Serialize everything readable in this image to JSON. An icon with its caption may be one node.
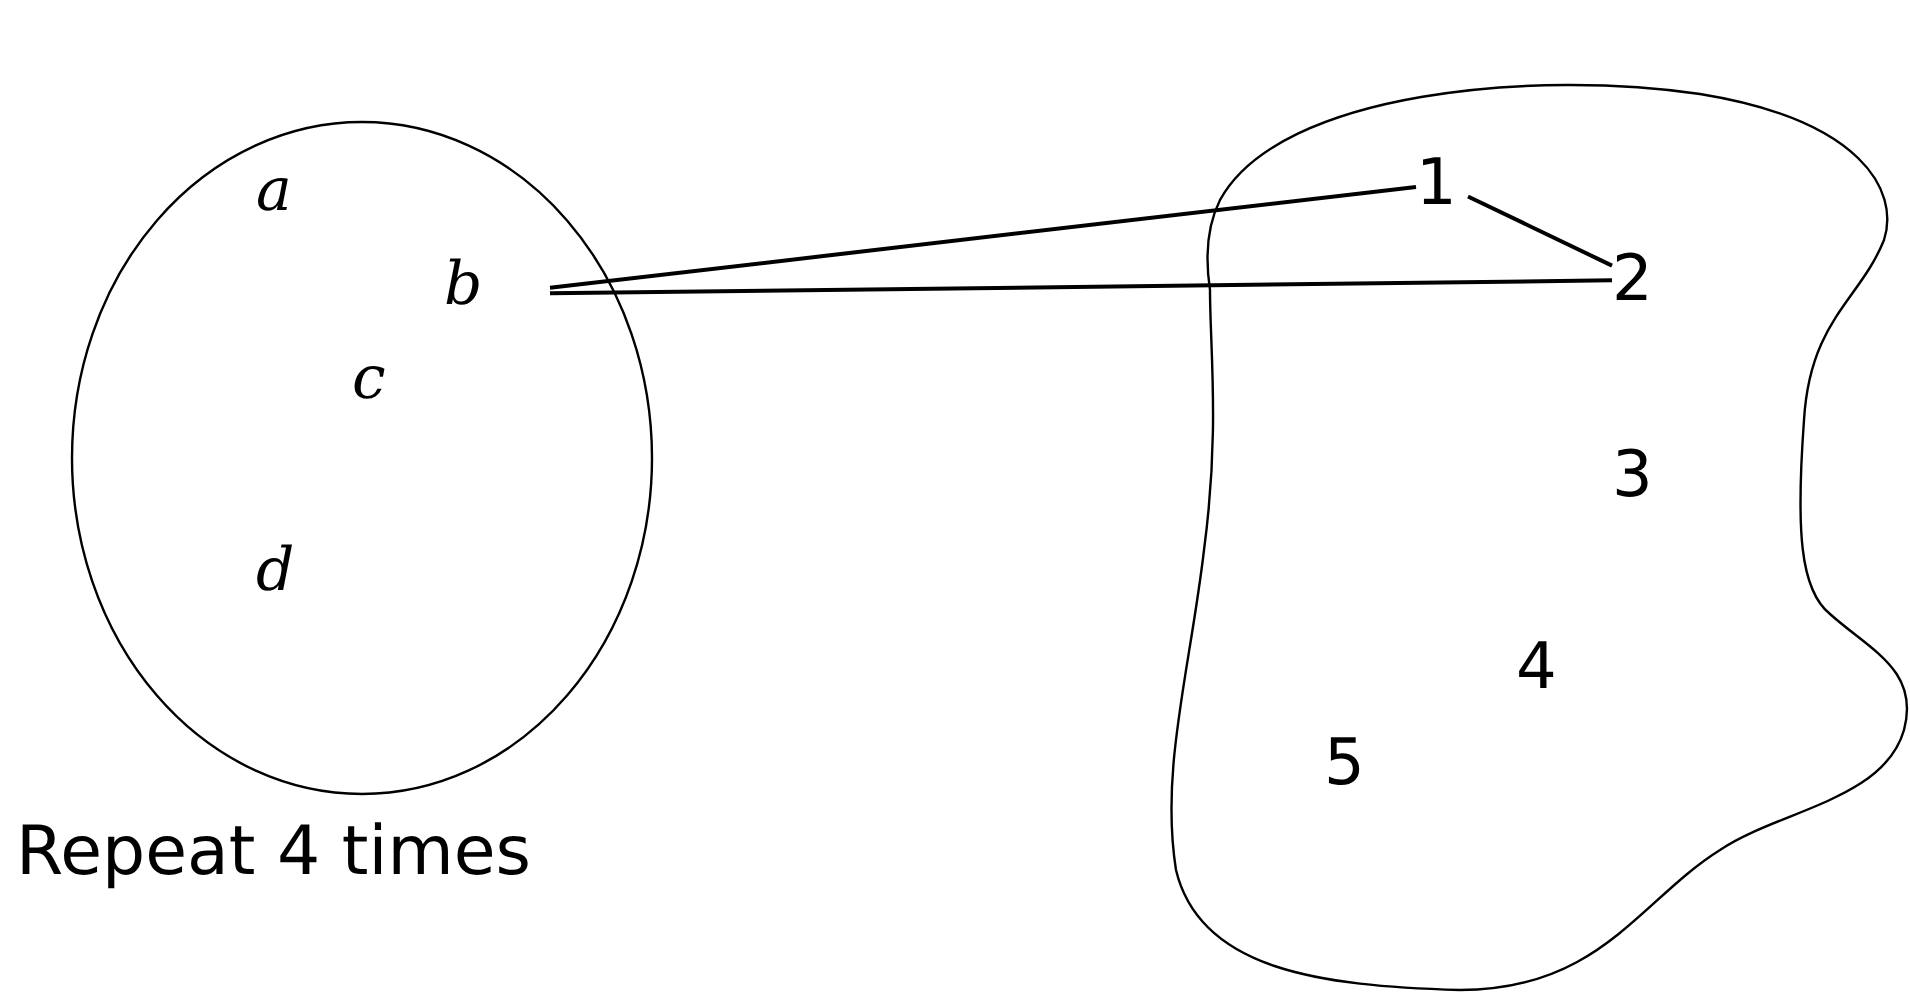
{
  "diagram": {
    "nodes": [
      {
        "text": [],
        "shape": "circle",
        "beside": [
          "Repeat 4 times"
        ]
      },
      {
        "text": [
          "a"
        ],
        "in": 0
      },
      {
        "text": [
          "b"
        ],
        "in": 0
      },
      {
        "text": [
          "c"
        ],
        "in": 0
      },
      {
        "text": [
          "d"
        ],
        "in": 0
      },
      {
        "text": [],
        "shape": "cloud"
      },
      {
        "text": [
          "1"
        ],
        "in": 5
      },
      {
        "text": [
          "2"
        ],
        "in": 5
      },
      {
        "text": [
          "3"
        ],
        "in": 5
      },
      {
        "text": [
          "4"
        ],
        "in": 5
      },
      {
        "text": [
          "5"
        ],
        "in": 5
      }
    ],
    "edges": [
      {
        "from": 2,
        "to": 6,
        "arrow": "none"
      },
      {
        "from": 2,
        "to": 7,
        "arrow": "none"
      },
      {
        "from": 6,
        "to": 7,
        "arrow": "none"
      }
    ]
  }
}
